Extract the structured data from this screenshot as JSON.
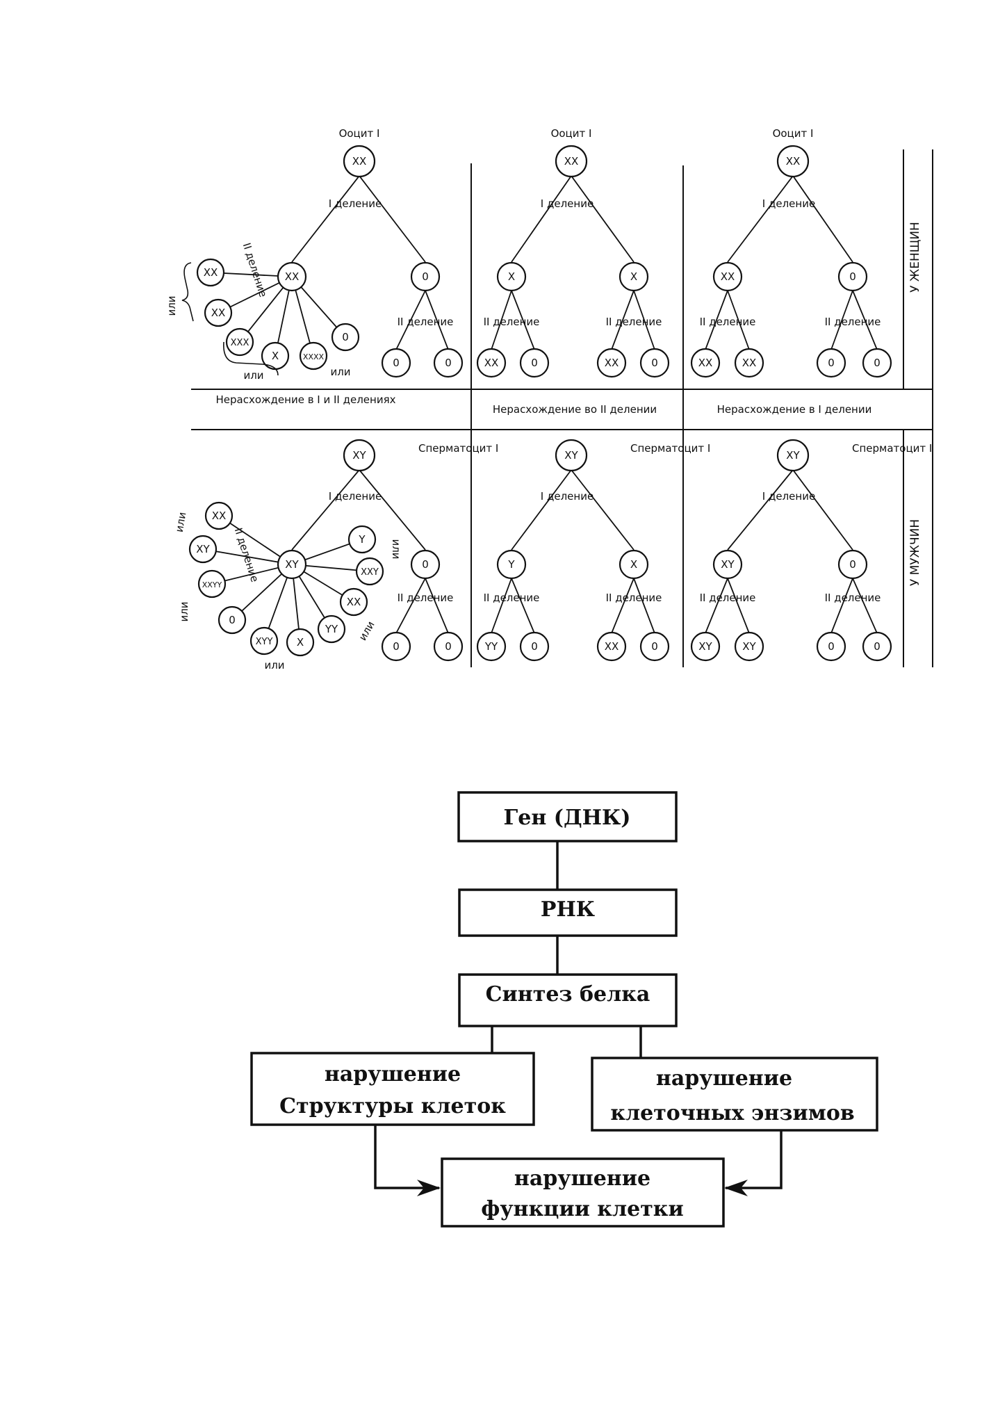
{
  "nondisjunction": {
    "women": {
      "title": "У ЖЕНЩИН",
      "columns": [
        {
          "parent_label": "Ооцит I",
          "parent": "XX",
          "first_division": "I деление",
          "left_child": "XX",
          "right_child": "0",
          "fan_label": "II деление",
          "or_label": "или",
          "fan": [
            "XX",
            "XX",
            "XXX",
            "X",
            "XXXX",
            "0"
          ],
          "second_division": "II деление",
          "grandchildren_right": [
            "0",
            "0"
          ]
        },
        {
          "parent_label": "Ооцит I",
          "parent": "XX",
          "first_division": "I деление",
          "left_child": "X",
          "right_child": "X",
          "second_division_left": "II деление",
          "second_division_right": "II деление",
          "grandchildren_left": [
            "XX",
            "0"
          ],
          "grandchildren_right": [
            "XX",
            "0"
          ]
        },
        {
          "parent_label": "Ооцит I",
          "parent": "XX",
          "first_division": "I деление",
          "left_child": "XX",
          "right_child": "0",
          "second_division_left": "II деление",
          "second_division_right": "II деление",
          "grandchildren_left": [
            "XX",
            "XX"
          ],
          "grandchildren_right": [
            "0",
            "0"
          ]
        }
      ]
    },
    "headers": [
      "Нерасхождение в I и II делениях",
      "Нерасхождение во II делении",
      "Нерасхождение в I делении"
    ],
    "men": {
      "title": "У МУЖЧИН",
      "columns": [
        {
          "parent_label": "Сперматоцит I",
          "parent": "XY",
          "first_division": "I деление",
          "left_child": "XY",
          "right_child": "0",
          "fan_label": "II деление",
          "or_label": "или",
          "fan": [
            "XX",
            "XY",
            "XXYY",
            "0",
            "XYY",
            "X",
            "YY",
            "XX",
            "XXY",
            "Y"
          ],
          "second_division": "II деление",
          "grandchildren_right": [
            "0",
            "0"
          ]
        },
        {
          "parent_label": "Сперматоцит I",
          "parent": "XY",
          "first_division": "I деление",
          "left_child": "Y",
          "right_child": "X",
          "second_division_left": "II деление",
          "second_division_right": "II деление",
          "grandchildren_left": [
            "YY",
            "0"
          ],
          "grandchildren_right": [
            "XX",
            "0"
          ]
        },
        {
          "parent_label": "Сперматоцит I",
          "parent": "XY",
          "first_division": "I деление",
          "left_child": "XY",
          "right_child": "0",
          "second_division_left": "II деление",
          "second_division_right": "II деление",
          "grandchildren_left": [
            "XY",
            "XY"
          ],
          "grandchildren_right": [
            "0",
            "0"
          ]
        }
      ]
    }
  },
  "flowchart": {
    "gene": "Ген (ДНК)",
    "rna": "РНК",
    "protein": "Синтез белка",
    "structure": [
      "нарушение",
      "Структуры клеток"
    ],
    "enzymes": [
      "нарушение",
      "клеточных энзимов"
    ],
    "function": [
      "нарушение",
      "функции клетки"
    ]
  }
}
